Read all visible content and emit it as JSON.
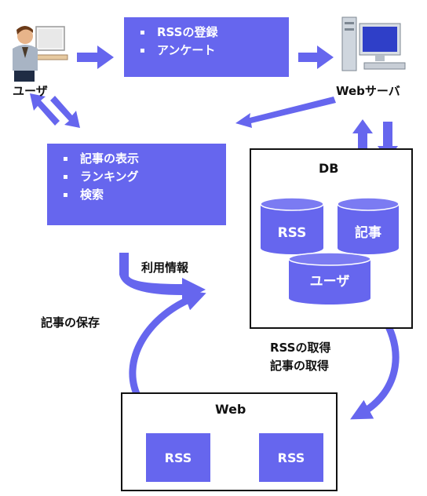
{
  "user": {
    "label": "ユーザ"
  },
  "server": {
    "label": "Webサーバ"
  },
  "register_box": {
    "items": [
      "RSSの登録",
      "アンケート"
    ]
  },
  "display_box": {
    "items": [
      "記事の表示",
      "ランキング",
      "検索"
    ]
  },
  "db": {
    "title": "DB",
    "tables": [
      "RSS",
      "記事",
      "ユーザ"
    ]
  },
  "web": {
    "title": "Web",
    "feeds": [
      "RSS",
      "RSS"
    ]
  },
  "labels": {
    "usage_info": "利用情報",
    "save_article": "記事の保存",
    "fetch_rss": "RSSの取得",
    "fetch_article": "記事の取得"
  },
  "colors": {
    "accent": "#6666ee",
    "text": "#111111"
  }
}
